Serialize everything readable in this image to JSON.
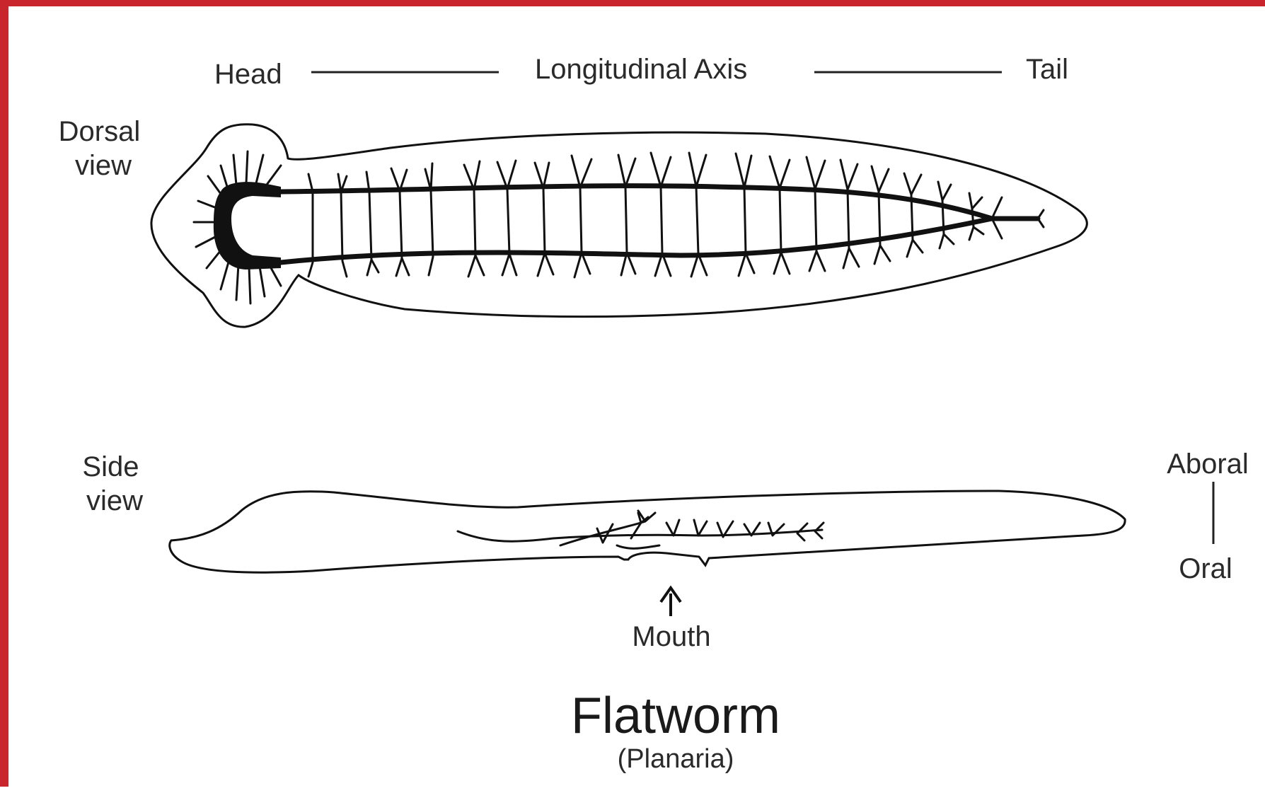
{
  "labels": {
    "head": "Head",
    "axis": "Longitudinal Axis",
    "tail": "Tail",
    "dorsal_view": [
      "Dorsal",
      "view"
    ],
    "side_view": [
      "Side",
      "view"
    ],
    "aboral": "Aboral",
    "oral": "Oral",
    "mouth": "Mouth",
    "title": "Flatworm",
    "subtitle": "(Planaria)"
  },
  "colors": {
    "border": "#c8252c",
    "ink": "#111111",
    "background": "#ffffff"
  }
}
